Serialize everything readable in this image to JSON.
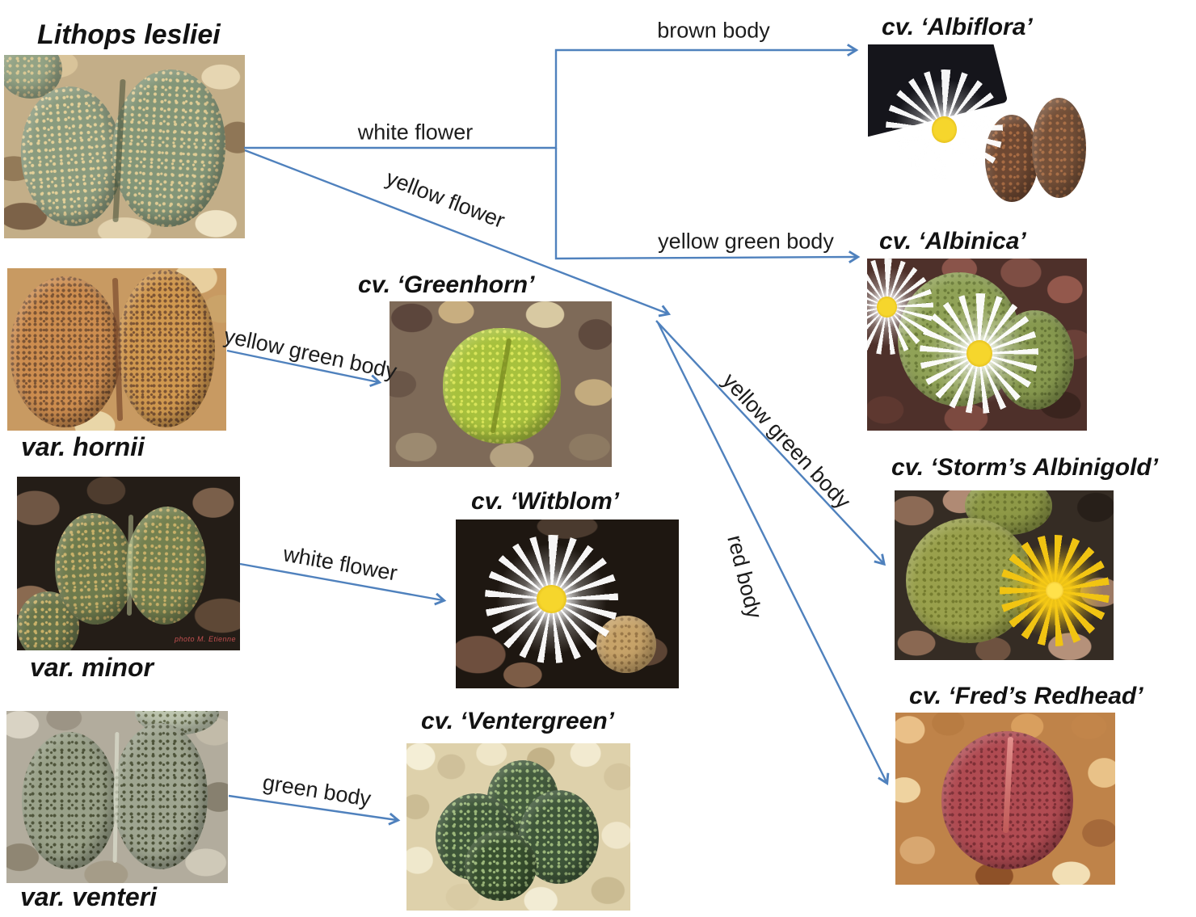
{
  "accent_color": "#4f81bd",
  "nodes": {
    "species": "Lithops lesliei",
    "var_hornii": "var. hornii",
    "var_minor": "var. minor",
    "var_venteri": "var. venteri",
    "cv_greenhorn": "cv. ‘Greenhorn’",
    "cv_witblom": "cv. ‘Witblom’",
    "cv_ventergreen": "cv. ‘Ventergreen’",
    "cv_albiflora": "cv. ‘Albiflora’",
    "cv_albinica": "cv. ‘Albinica’",
    "cv_storms_albinigold": "cv. ‘Storm’s Albinigold’",
    "cv_freds_redhead": "cv. ‘Fred’s Redhead’"
  },
  "edges": [
    {
      "label": "white flower",
      "from": "species",
      "to": "white-flower-branch"
    },
    {
      "label": "brown body",
      "from": "white-flower-branch",
      "to": "cv_albiflora"
    },
    {
      "label": "yellow green body",
      "from": "white-flower-branch",
      "to": "cv_albinica"
    },
    {
      "label": "yellow flower",
      "from": "species",
      "to": "yellow-flower-branch"
    },
    {
      "label": "yellow green body",
      "from": "yellow-flower-branch",
      "to": "cv_storms_albinigold"
    },
    {
      "label": "red body",
      "from": "yellow-flower-branch",
      "to": "cv_freds_redhead"
    },
    {
      "label": "yellow green body",
      "from": "var_hornii",
      "to": "cv_greenhorn"
    },
    {
      "label": "white flower",
      "from": "var_minor",
      "to": "cv_witblom"
    },
    {
      "label": "green body",
      "from": "var_venteri",
      "to": "cv_ventergreen"
    }
  ],
  "photo_credit": "photo M. Etienne"
}
